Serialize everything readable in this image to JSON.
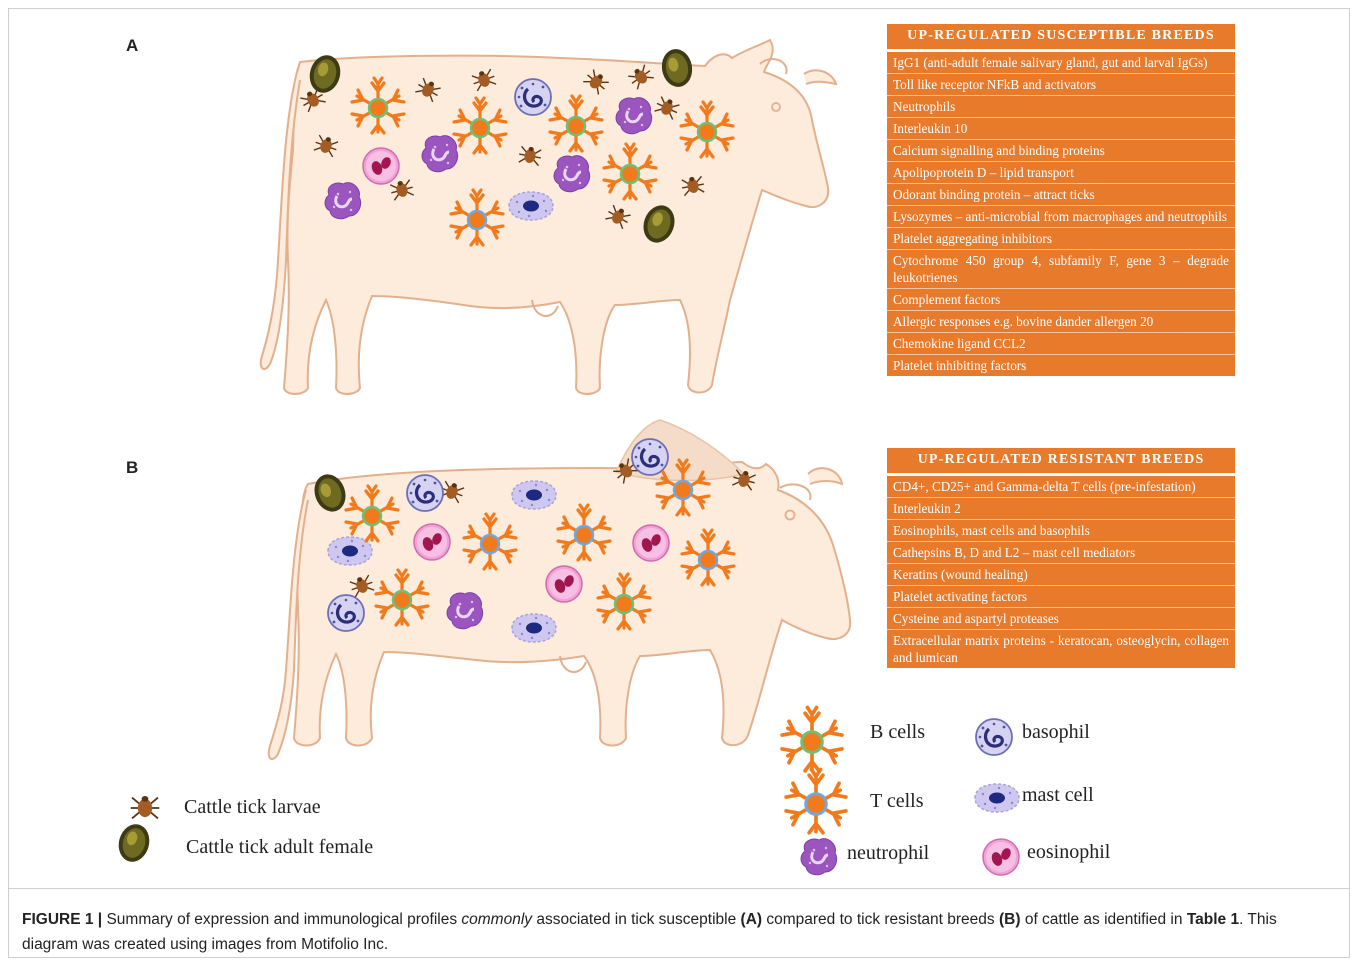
{
  "panels": {
    "a": "A",
    "b": "B"
  },
  "susceptible": {
    "header": "UP-REGULATED SUSCEPTIBLE BREEDS",
    "items": [
      "IgG1 (anti-adult female salivary gland, gut and larval IgGs)",
      "Toll like receptor NFkB and activators",
      "Neutrophils",
      "Interleukin 10",
      "Calcium signalling and binding proteins",
      "Apolipoprotein D – lipid transport",
      "Odorant binding protein – attract ticks",
      "Lysozymes – anti-microbial from macrophages and neutrophils",
      "Platelet aggregating inhibitors",
      "Cytochrome 450 group 4, subfamily F, gene 3 – degrade leukotrienes",
      "Complement factors",
      "Allergic responses e.g. bovine dander allergen 20",
      "Chemokine ligand CCL2",
      "Platelet inhibiting factors"
    ]
  },
  "resistant": {
    "header": "UP-REGULATED RESISTANT BREEDS",
    "items": [
      "CD4+, CD25+ and Gamma-delta T cells (pre-infestation)",
      "Interleukin 2",
      "Eosinophils, mast cells and basophils",
      "Cathepsins B, D and L2 – mast cell mediators",
      "Keratins (wound healing)",
      "Platelet activating factors",
      "Cysteine and aspartyl proteases",
      "Extracellular matrix proteins - keratocan, osteoglycin, collagen and lumican"
    ]
  },
  "legend": {
    "tick_larvae": "Cattle tick larvae",
    "tick_adult": "Cattle tick adult female",
    "b_cells": "B cells",
    "t_cells": "T cells",
    "neutrophil": "neutrophil",
    "basophil": "basophil",
    "mast_cell": "mast cell",
    "eosinophil": "eosinophil"
  },
  "caption": {
    "figure": "FIGURE 1 |",
    "t1": " Summary of expression and immunological profiles ",
    "italic": "commonly",
    "t2": " associated in tick susceptible ",
    "a": "(A)",
    "t3": " compared to tick resistant breeds ",
    "b": "(B)",
    "t4": " of cattle as identified in ",
    "table": "Table 1",
    "t5": ". This diagram was created using images from Motifolio Inc."
  },
  "colors": {
    "cow_fill": "#fdebdc",
    "cow_outline": "#e2b08d",
    "box_orange": "#e87a2c",
    "cell_orange": "#f07a1c",
    "neutrophil": "#9b55bf",
    "eosinophil": "#ee88c8",
    "basophil": "#c9c4ec",
    "mast_cell": "#cec8f0"
  }
}
